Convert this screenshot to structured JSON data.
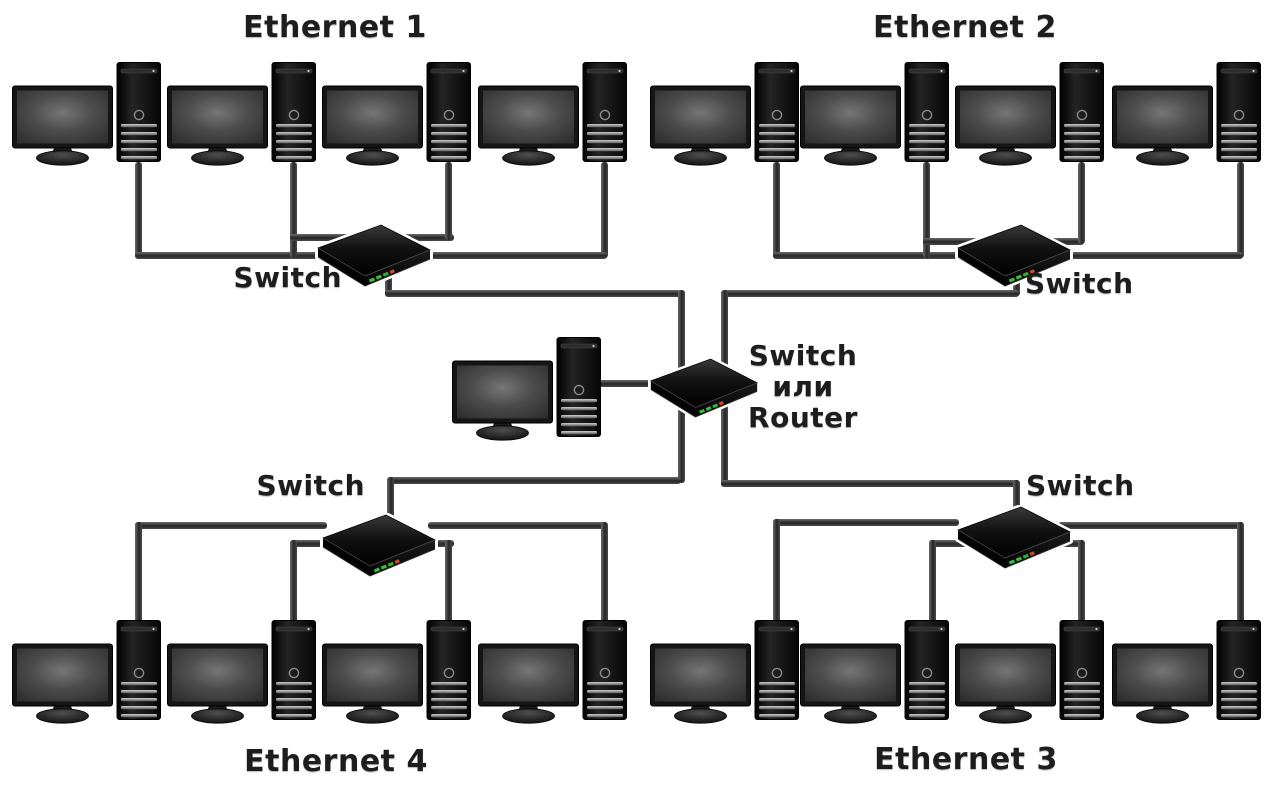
{
  "diagram": {
    "type": "network-topology",
    "description_visible_text_only": true
  },
  "segments": [
    {
      "id": "ethernet-1",
      "label": "Ethernet 1",
      "switch_label": "Switch",
      "computers": 4,
      "position": "top-left"
    },
    {
      "id": "ethernet-2",
      "label": "Ethernet 2",
      "switch_label": "Switch",
      "computers": 4,
      "position": "top-right"
    },
    {
      "id": "ethernet-3",
      "label": "Ethernet 3",
      "switch_label": "Switch",
      "computers": 4,
      "position": "bottom-right"
    },
    {
      "id": "ethernet-4",
      "label": "Ethernet 4",
      "switch_label": "Switch",
      "computers": 4,
      "position": "bottom-left"
    }
  ],
  "core": {
    "device": "switch-or-router",
    "label": "Switch\nили\nRouter",
    "admin_computers": 1
  },
  "icons": {
    "workstation": "monitor-with-tower-icon",
    "switch": "network-switch-box-icon",
    "cable": "ethernet-cable-line"
  },
  "colors": {
    "background": "#ffffff",
    "cable": "#3a3a3a",
    "device_body": "#0e0e0e",
    "screen_gray": "#555555",
    "led_green": "#3cbb3c",
    "led_red": "#cf4a28",
    "text": "#1d1d1d"
  }
}
